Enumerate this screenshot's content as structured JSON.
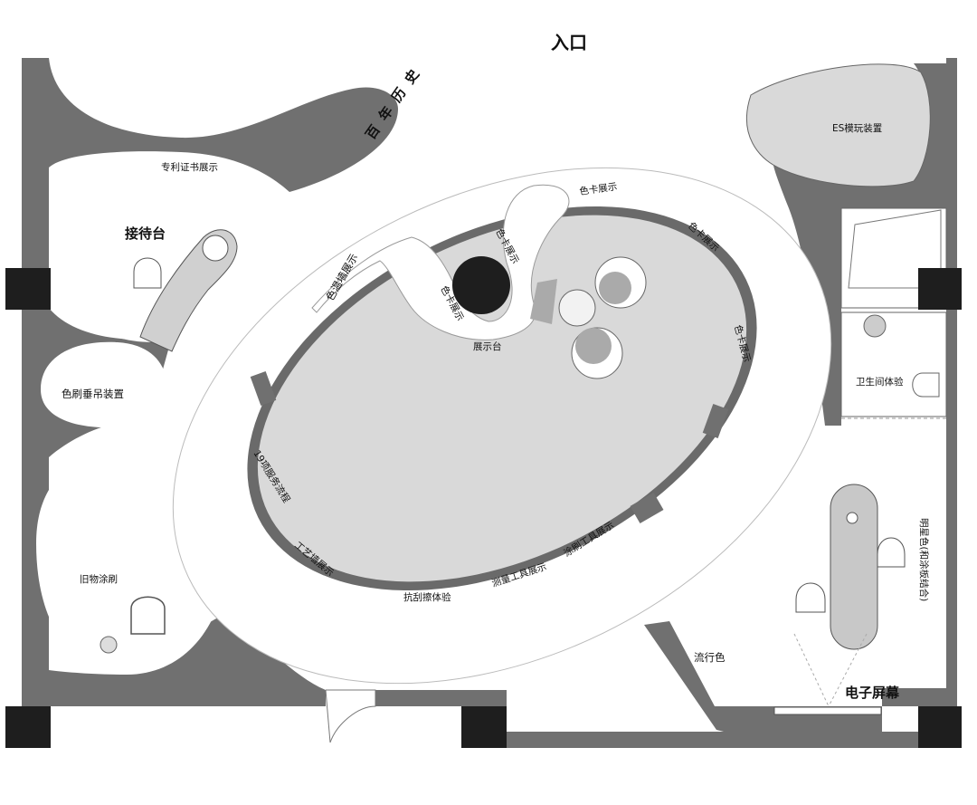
{
  "plan": {
    "colors": {
      "wall": "#707070",
      "floor": "#ffffff",
      "zone": "#d9d9d9",
      "column": "#1e1e1e",
      "table": "#c8c8c8"
    },
    "labels": {
      "entrance": "入口",
      "century_history": "百年历史",
      "patent": "专利证书展示",
      "reception": "接待台",
      "brush_hanging": "色刷垂吊装置",
      "old_paint": "旧物涂刷",
      "es_device": "ES模玩装置",
      "restroom": "卫生间体验",
      "star_color": "明星色(和涂板结合)",
      "popular_color": "流行色",
      "screen": "电子屏幕",
      "display_table": "展示台",
      "swatch_1": "色卡展示",
      "swatch_2": "色卡展示",
      "swatch_3": "色卡展示",
      "swatch_4": "色卡展示",
      "swatch_5": "色卡展示",
      "color_temp_wall": "色温墙展示",
      "service_flow": "19项服务流程",
      "craft_wall": "工艺墙展示",
      "scratch_test": "抗刮擦体验",
      "measure_tools": "测量工具展示",
      "paint_tools": "涂刷工具展示"
    }
  }
}
